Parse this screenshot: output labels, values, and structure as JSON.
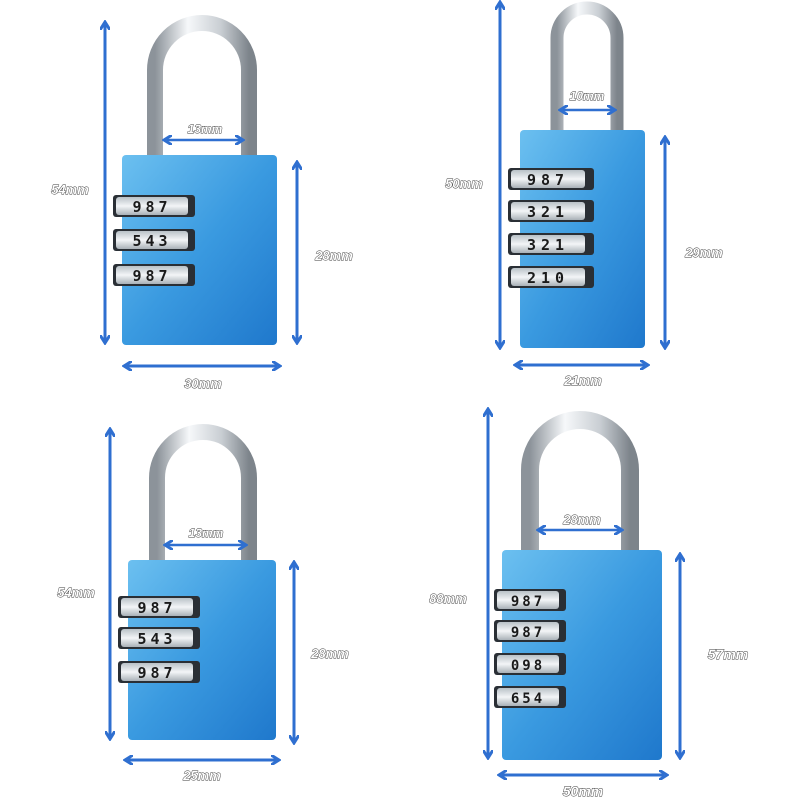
{
  "colors": {
    "arrow": "#2f6fd0",
    "body_light": "#5fb4ea",
    "body_dark": "#1f7fd0",
    "shackle_light": "#f4f6f8",
    "shackle_dark": "#8c939a",
    "wheel_face": "#e9edf0",
    "wheel_edge": "#9aa2a8"
  },
  "locks": [
    {
      "id": "top-left",
      "height_label": "54mm",
      "shackle_width_label": "13mm",
      "body_height_label": "28mm",
      "body_width_label": "30mm",
      "dials": [
        "987",
        "543",
        "987"
      ]
    },
    {
      "id": "top-right",
      "height_label": "50mm",
      "shackle_width_label": "10mm",
      "body_height_label": "29mm",
      "body_width_label": "21mm",
      "dials": [
        "987",
        "321",
        "321",
        "210"
      ]
    },
    {
      "id": "bottom-left",
      "height_label": "54mm",
      "shackle_width_label": "13mm",
      "body_height_label": "28mm",
      "body_width_label": "25mm",
      "dials": [
        "987",
        "543",
        "987"
      ]
    },
    {
      "id": "bottom-right",
      "height_label": "88mm",
      "shackle_width_label": "28mm",
      "body_height_label": "57mm",
      "body_width_label": "50mm",
      "dials": [
        "987",
        "987",
        "098",
        "654"
      ]
    }
  ]
}
